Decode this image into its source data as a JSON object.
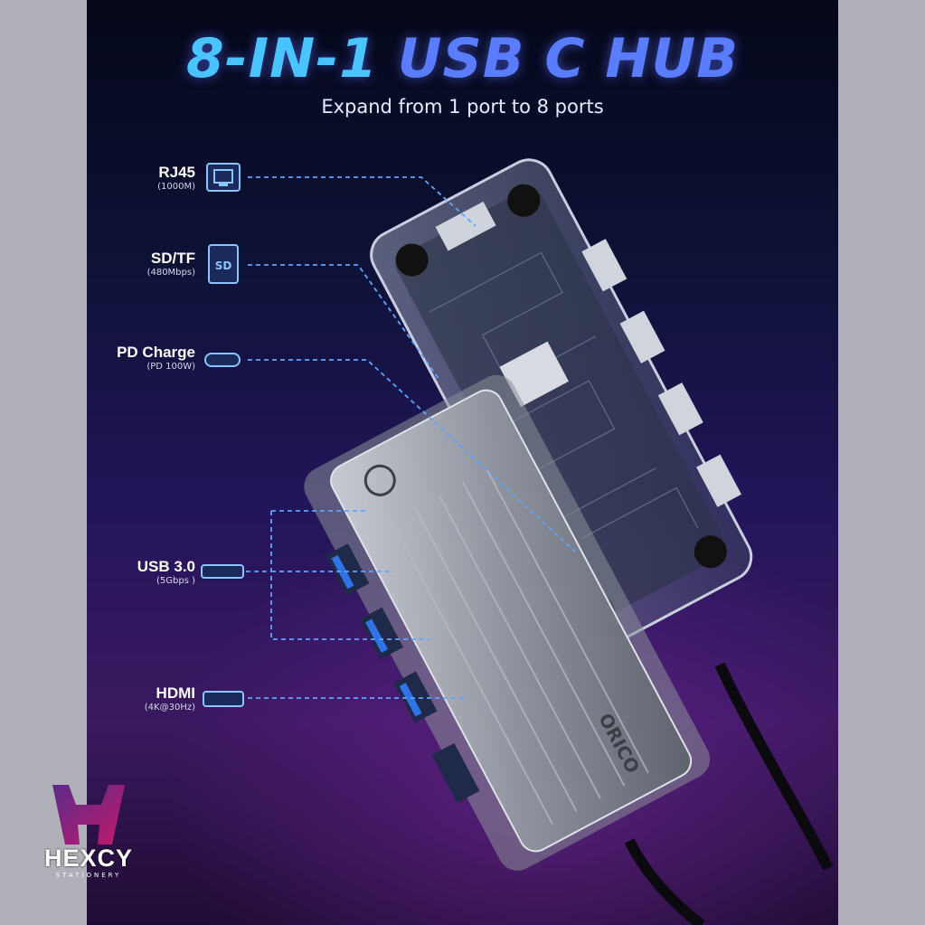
{
  "title_lead": "8-IN-1",
  "title_rest": " USB C HUB",
  "subtitle": "Expand from 1 port to 8 ports",
  "ports": [
    {
      "name": "RJ45",
      "spec": "(1000M)",
      "icon": "ethernet-icon"
    },
    {
      "name": "SD/TF",
      "spec": "(480Mbps)",
      "icon": "sd-card-icon"
    },
    {
      "name": "PD Charge",
      "spec": "(PD 100W)",
      "icon": "usb-c-icon"
    },
    {
      "name": "USB 3.0",
      "spec": "(5Gbps )",
      "icon": "usb-a-icon"
    },
    {
      "name": "HDMI",
      "spec": "(4K@30Hz)",
      "icon": "hdmi-icon"
    }
  ],
  "sd_label": "SD",
  "product_brand": "ORICO",
  "brand_logo": {
    "word": "HEXCY",
    "sub": "STATIONERY"
  },
  "colors": {
    "accent_blue": "#49c4ff",
    "accent_violet": "#5a7cff",
    "leader_line": "#5fa4ff"
  }
}
